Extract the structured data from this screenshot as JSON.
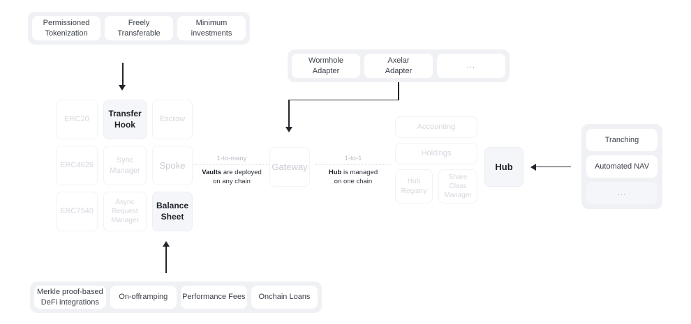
{
  "diagram": {
    "title": "Protocol architecture diagram",
    "colors": {
      "canvas": "#ffffff",
      "group_bg": "#f0f1f5",
      "card_bg": "#ffffff",
      "highlight_bg": "#f5f6fa",
      "muted_text": "#d4d7dd",
      "strong_text": "#1c2128",
      "arrow": "#23262c"
    }
  },
  "top_left_group": {
    "name": "tokenization-features",
    "cards": [
      {
        "label": "Permissioned\nTokenization"
      },
      {
        "label": "Freely\nTransferable"
      },
      {
        "label": "Minimum\ninvestments"
      }
    ]
  },
  "adapters_group": {
    "name": "adapters",
    "cards": [
      {
        "label": "Wormhole\nAdapter"
      },
      {
        "label": "Axelar\nAdapter"
      },
      {
        "label": "..."
      }
    ]
  },
  "spoke_grid": {
    "name": "spoke-contracts",
    "cards": [
      {
        "label": "ERC20",
        "style": "muted"
      },
      {
        "label": "Transfer\nHook",
        "style": "highlight"
      },
      {
        "label": "Escrow",
        "style": "muted"
      },
      {
        "label": "ERC4626",
        "style": "muted"
      },
      {
        "label": "Sync\nManager",
        "style": "muted"
      },
      {
        "label": "Spoke",
        "style": "big-muted"
      },
      {
        "label": "ERC7540",
        "style": "muted"
      },
      {
        "label": "Async\nRequest\nManager",
        "style": "muted"
      },
      {
        "label": "Balance\nSheet",
        "style": "highlight"
      }
    ]
  },
  "connector_left": {
    "caption": "1-to-many",
    "sub_strong": "Vaults",
    "sub_rest": " are deployed",
    "sub_line2": "on any chain"
  },
  "gateway": {
    "label": "Gateway"
  },
  "connector_right": {
    "caption": "1-to-1",
    "sub_strong": "Hub",
    "sub_rest": " is managed",
    "sub_line2": "on one chain"
  },
  "hub_grid": {
    "name": "hub-contracts",
    "cards": [
      {
        "label": "Accounting"
      },
      {
        "label": "Holdings"
      },
      {
        "label": "Hub\nRegistry"
      },
      {
        "label": "Share Class\nManager"
      }
    ]
  },
  "hub": {
    "label": "Hub"
  },
  "right_group": {
    "name": "hub-features",
    "cards": [
      {
        "label": "Tranching",
        "style": "plain"
      },
      {
        "label": "Automated NAV",
        "style": "plain"
      },
      {
        "label": "...",
        "style": "faded"
      }
    ]
  },
  "bottom_group": {
    "name": "balance-sheet-features",
    "cards": [
      {
        "label": "Merkle proof-based\nDeFi integrations"
      },
      {
        "label": "On-offramping"
      },
      {
        "label": "Performance Fees"
      },
      {
        "label": "Onchain Loans"
      }
    ]
  }
}
